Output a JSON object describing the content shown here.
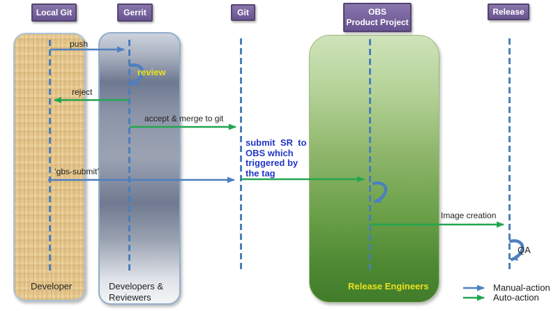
{
  "diagram": {
    "lanes": [
      {
        "header": "Local Git",
        "actor": "Developer"
      },
      {
        "header": "Gerrit",
        "actor": "Developers &\nReviewers"
      },
      {
        "header": "Git",
        "actor": ""
      },
      {
        "header": "OBS\nProduct Project",
        "actor": "Release Engineers"
      },
      {
        "header": "Release",
        "actor": ""
      }
    ],
    "arrows": {
      "push": "push",
      "review": "review",
      "reject": "reject",
      "accept_merge": "accept & merge to git",
      "gbs_submit": "‘gbs-submit’",
      "submit_sr": "submit  SR  to\nOBS which\ntriggered by\nthe tag",
      "image_creation": "Image creation",
      "qa": "QA"
    },
    "legend": {
      "manual": "Manual-action",
      "auto": "Auto-action"
    }
  },
  "colors": {
    "manual_action": "#4e7fbf",
    "auto_action": "#22a550",
    "lifeline": "#4a7ebb",
    "emphasis_text": "#2236c7",
    "highlight_text": "#eae21c",
    "label_text": "#1f1f1f",
    "header_text": "#ffffff"
  }
}
